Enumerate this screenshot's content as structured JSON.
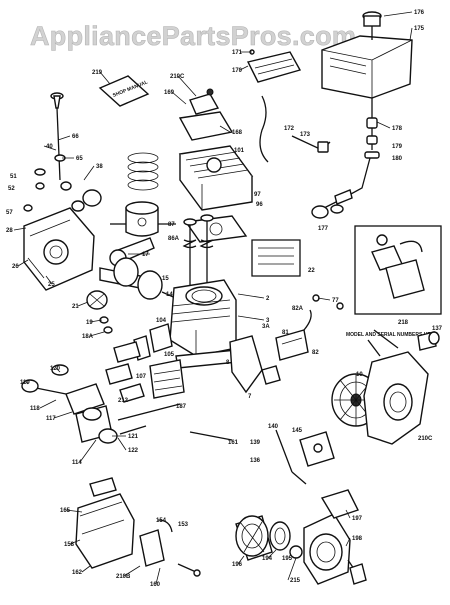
{
  "watermark": "AppliancePartsPros.com",
  "label_tag_text": "MODEL AND SERIAL NUMBERS HERE",
  "manual_text": "SHOP MANUAL",
  "callouts": [
    {
      "id": "c176",
      "text": "176"
    },
    {
      "id": "c175",
      "text": "175"
    },
    {
      "id": "c178",
      "text": "178"
    },
    {
      "id": "c171",
      "text": "171"
    },
    {
      "id": "c170",
      "text": "170"
    },
    {
      "id": "c219",
      "text": "219"
    },
    {
      "id": "c210c",
      "text": "210C"
    },
    {
      "id": "c169",
      "text": "169"
    },
    {
      "id": "c168",
      "text": "168"
    },
    {
      "id": "c66",
      "text": "66"
    },
    {
      "id": "c40",
      "text": "40"
    },
    {
      "id": "c65",
      "text": "65"
    },
    {
      "id": "c38",
      "text": "38"
    },
    {
      "id": "c101",
      "text": "101"
    },
    {
      "id": "c172",
      "text": "172"
    },
    {
      "id": "c173",
      "text": "173"
    },
    {
      "id": "c179",
      "text": "179"
    },
    {
      "id": "c180",
      "text": "180"
    },
    {
      "id": "c177",
      "text": "177"
    },
    {
      "id": "c22",
      "text": "22"
    },
    {
      "id": "c218",
      "text": "218"
    },
    {
      "id": "c137",
      "text": "137"
    },
    {
      "id": "c104",
      "text": "104"
    },
    {
      "id": "c2",
      "text": "2"
    },
    {
      "id": "c77",
      "text": "77"
    },
    {
      "id": "c3",
      "text": "3"
    },
    {
      "id": "c3a",
      "text": "3A"
    },
    {
      "id": "c82a",
      "text": "82A"
    },
    {
      "id": "c81",
      "text": "81"
    },
    {
      "id": "c82",
      "text": "82"
    },
    {
      "id": "c120",
      "text": "120"
    },
    {
      "id": "c119",
      "text": "119"
    },
    {
      "id": "c118",
      "text": "118"
    },
    {
      "id": "c117",
      "text": "117"
    },
    {
      "id": "c114",
      "text": "114"
    },
    {
      "id": "c121",
      "text": "121"
    },
    {
      "id": "c122",
      "text": "122"
    },
    {
      "id": "c212",
      "text": "212"
    },
    {
      "id": "c161",
      "text": "161"
    },
    {
      "id": "c140",
      "text": "140"
    },
    {
      "id": "c136",
      "text": "136"
    },
    {
      "id": "c139",
      "text": "139"
    },
    {
      "id": "c145",
      "text": "145"
    },
    {
      "id": "c210c2",
      "text": "210C"
    },
    {
      "id": "c165",
      "text": "165"
    },
    {
      "id": "c158",
      "text": "158"
    },
    {
      "id": "c162",
      "text": "162"
    },
    {
      "id": "c210b",
      "text": "210B"
    },
    {
      "id": "c160",
      "text": "160"
    },
    {
      "id": "c153",
      "text": "153"
    },
    {
      "id": "c154",
      "text": "154"
    },
    {
      "id": "c196",
      "text": "196"
    },
    {
      "id": "c194",
      "text": "194"
    },
    {
      "id": "c195",
      "text": "195"
    },
    {
      "id": "c215",
      "text": "215"
    },
    {
      "id": "c197",
      "text": "197"
    },
    {
      "id": "c198",
      "text": "198"
    },
    {
      "id": "c28",
      "text": "28"
    },
    {
      "id": "c26",
      "text": "26"
    },
    {
      "id": "c25",
      "text": "25"
    },
    {
      "id": "c21",
      "text": "21"
    },
    {
      "id": "c19",
      "text": "19"
    },
    {
      "id": "c18a",
      "text": "18A"
    },
    {
      "id": "c17",
      "text": "17"
    },
    {
      "id": "c57",
      "text": "57"
    },
    {
      "id": "c52",
      "text": "52"
    },
    {
      "id": "c51",
      "text": "51"
    },
    {
      "id": "c86a",
      "text": "86A"
    },
    {
      "id": "c87",
      "text": "87"
    },
    {
      "id": "c97",
      "text": "97"
    },
    {
      "id": "c96",
      "text": "96"
    },
    {
      "id": "c15",
      "text": "15"
    },
    {
      "id": "c14",
      "text": "14"
    },
    {
      "id": "c107",
      "text": "107"
    },
    {
      "id": "c105",
      "text": "105"
    },
    {
      "id": "c8",
      "text": "8"
    },
    {
      "id": "c7",
      "text": "7"
    },
    {
      "id": "c187",
      "text": "187"
    },
    {
      "id": "c10",
      "text": "10"
    }
  ]
}
